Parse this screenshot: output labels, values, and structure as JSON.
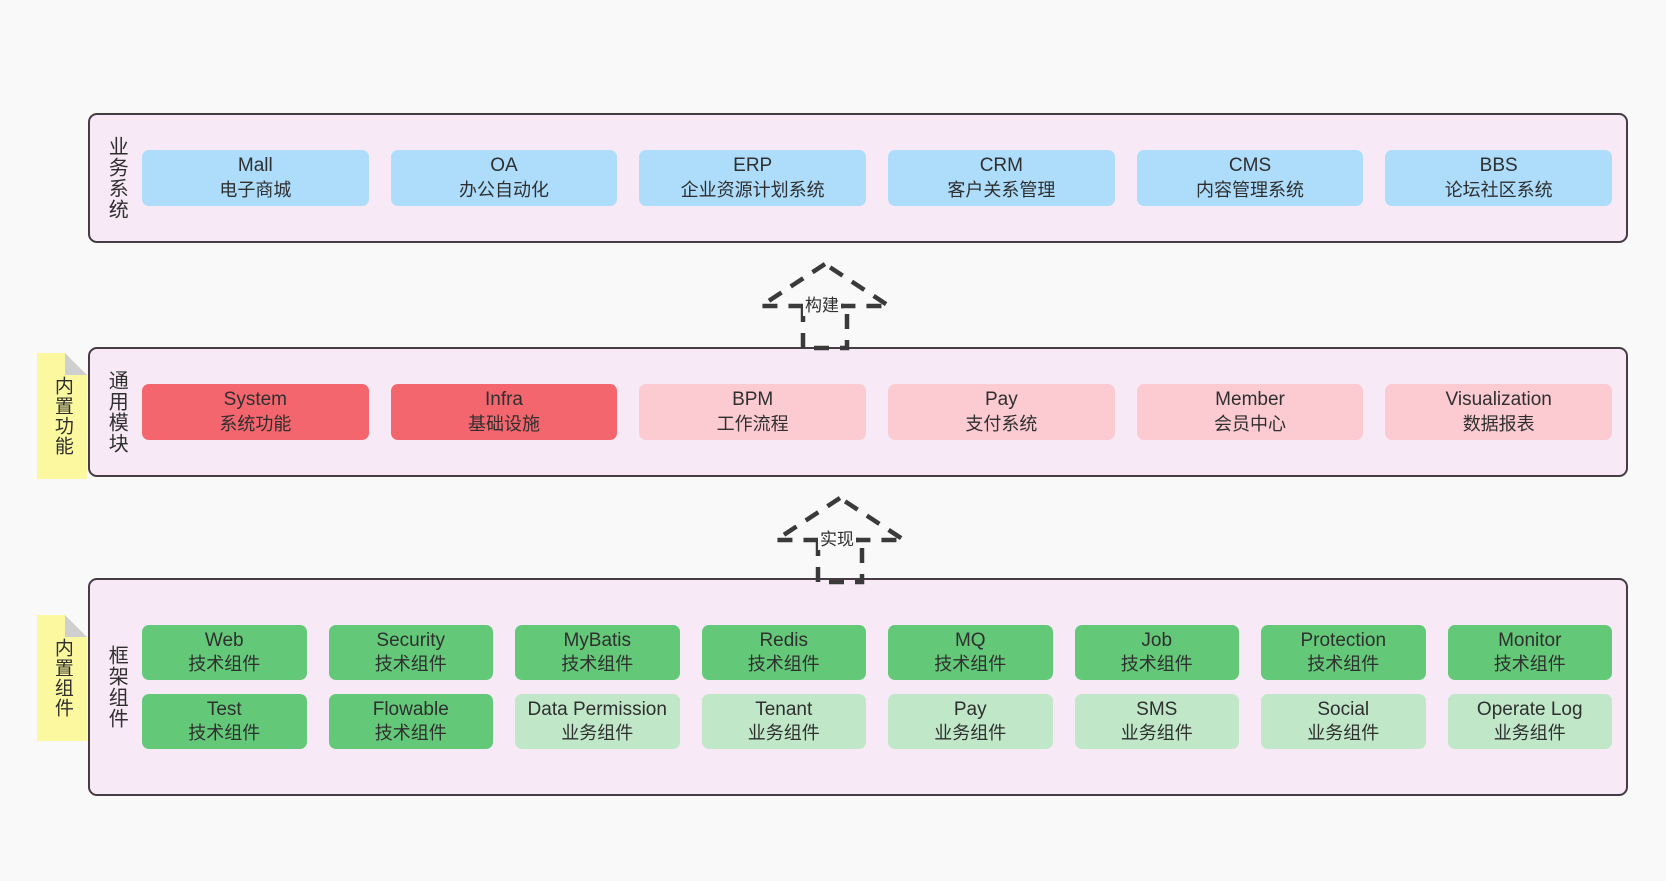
{
  "diagram": {
    "background": "#f9f9f9",
    "colors": {
      "container_bg": "#f7e9f5",
      "container_border": "#453c44",
      "blue": "#aeddfb",
      "red": "#f4666e",
      "pink": "#fbcbd1",
      "green": "#63c978",
      "light_green": "#c0e8c8",
      "note_yellow": "#fbf89f",
      "note_fold": "#cfcfcf"
    }
  },
  "layers": [
    {
      "id": "business-systems",
      "title": "业务系统",
      "rows": [
        [
          {
            "en": "Mall",
            "cn": "电子商城",
            "style": "blue"
          },
          {
            "en": "OA",
            "cn": "办公自动化",
            "style": "blue"
          },
          {
            "en": "ERP",
            "cn": "企业资源计划系统",
            "style": "blue"
          },
          {
            "en": "CRM",
            "cn": "客户关系管理",
            "style": "blue"
          },
          {
            "en": "CMS",
            "cn": "内容管理系统",
            "style": "blue"
          },
          {
            "en": "BBS",
            "cn": "论坛社区系统",
            "style": "blue"
          }
        ]
      ]
    },
    {
      "id": "common-modules",
      "title": "通用模块",
      "note": "内置功能",
      "rows": [
        [
          {
            "en": "System",
            "cn": "系统功能",
            "style": "red"
          },
          {
            "en": "Infra",
            "cn": "基础设施",
            "style": "red"
          },
          {
            "en": "BPM",
            "cn": "工作流程",
            "style": "pink"
          },
          {
            "en": "Pay",
            "cn": "支付系统",
            "style": "pink"
          },
          {
            "en": "Member",
            "cn": "会员中心",
            "style": "pink"
          },
          {
            "en": "Visualization",
            "cn": "数据报表",
            "style": "pink"
          }
        ]
      ]
    },
    {
      "id": "framework-components",
      "title": "框架组件",
      "note": "内置组件",
      "rows": [
        [
          {
            "en": "Web",
            "cn": "技术组件",
            "style": "green"
          },
          {
            "en": "Security",
            "cn": "技术组件",
            "style": "green"
          },
          {
            "en": "MyBatis",
            "cn": "技术组件",
            "style": "green"
          },
          {
            "en": "Redis",
            "cn": "技术组件",
            "style": "green"
          },
          {
            "en": "MQ",
            "cn": "技术组件",
            "style": "green"
          },
          {
            "en": "Job",
            "cn": "技术组件",
            "style": "green"
          },
          {
            "en": "Protection",
            "cn": "技术组件",
            "style": "green"
          },
          {
            "en": "Monitor",
            "cn": "技术组件",
            "style": "green"
          }
        ],
        [
          {
            "en": "Test",
            "cn": "技术组件",
            "style": "green"
          },
          {
            "en": "Flowable",
            "cn": "技术组件",
            "style": "green"
          },
          {
            "en": "Data Permission",
            "cn": "业务组件",
            "style": "light_green"
          },
          {
            "en": "Tenant",
            "cn": "业务组件",
            "style": "light_green"
          },
          {
            "en": "Pay",
            "cn": "业务组件",
            "style": "light_green"
          },
          {
            "en": "SMS",
            "cn": "业务组件",
            "style": "light_green"
          },
          {
            "en": "Social",
            "cn": "业务组件",
            "style": "light_green"
          },
          {
            "en": "Operate Log",
            "cn": "业务组件",
            "style": "light_green"
          }
        ]
      ]
    }
  ],
  "connectors": [
    {
      "id": "build",
      "label": "构建"
    },
    {
      "id": "implement",
      "label": "实现"
    }
  ]
}
